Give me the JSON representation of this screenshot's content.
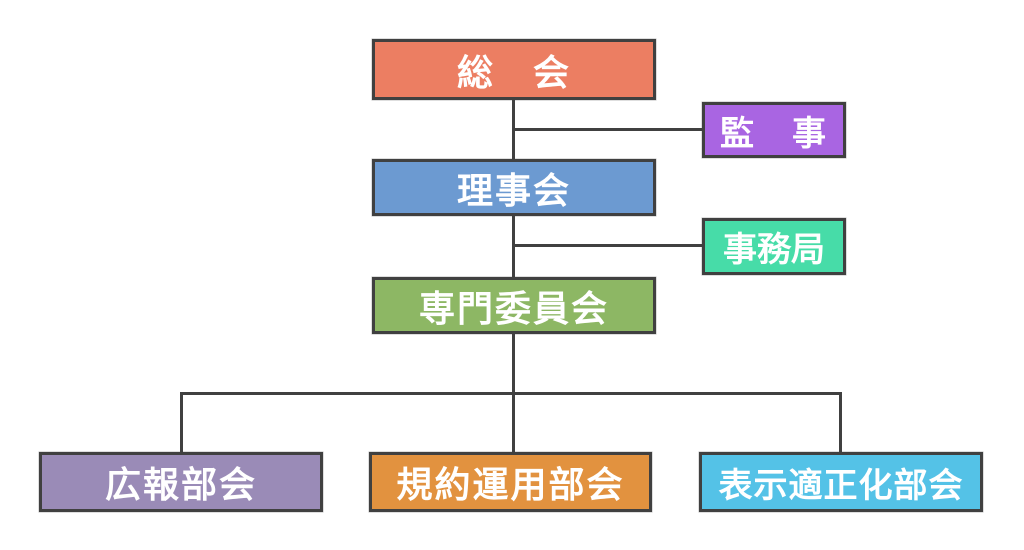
{
  "diagram": {
    "type": "org-chart",
    "background": "#FFFFFF",
    "line_color": "#404040",
    "text_color": "#FFFFFF",
    "nodes": [
      {
        "id": "soukai",
        "label": "総　会",
        "color": "#EC7E62",
        "level": 1
      },
      {
        "id": "kanji",
        "label": "監　事",
        "color": "#A965E2",
        "level": 1,
        "attached_to": "soukai-rijikai-link"
      },
      {
        "id": "rijikai",
        "label": "理事会",
        "color": "#6C9AD1",
        "level": 2
      },
      {
        "id": "jimukyoku",
        "label": "事務局",
        "color": "#47DCA8",
        "level": 2,
        "attached_to": "rijikai-senmon-link"
      },
      {
        "id": "senmon",
        "label": "専門委員会",
        "color": "#8DB764",
        "level": 3
      },
      {
        "id": "kouhou",
        "label": "広報部会",
        "color": "#9A8BB7",
        "level": 4
      },
      {
        "id": "kiyaku",
        "label": "規約運用部会",
        "color": "#E2923F",
        "level": 4
      },
      {
        "id": "hyouji",
        "label": "表示適正化部会",
        "color": "#54C2E7",
        "level": 4
      }
    ],
    "edges": [
      "総会-理事会",
      "総会線-監事",
      "理事会-専門委員会",
      "理事会線-事務局",
      "専門委員会-広報部会",
      "専門委員会-規約運用部会",
      "専門委員会-表示適正化部会"
    ]
  }
}
